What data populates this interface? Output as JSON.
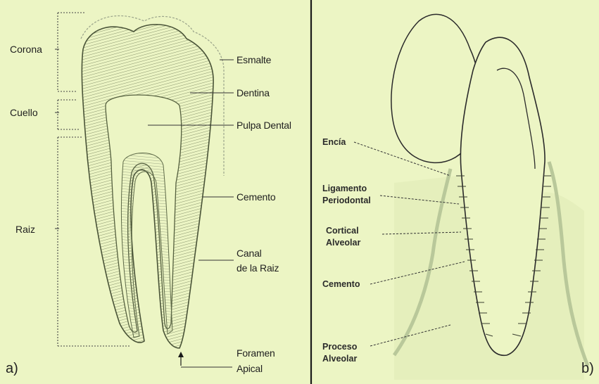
{
  "panels": {
    "a": {
      "letter": "a)",
      "regions": {
        "corona": "Corona",
        "cuello": "Cuello",
        "raiz": "Raiz"
      },
      "parts": {
        "esmalte": "Esmalte",
        "dentina": "Dentina",
        "pulpa": "Pulpa Dental",
        "cemento": "Cemento",
        "canal_l1": "Canal",
        "canal_l2": "de la Raiz",
        "foramen_l1": "Foramen",
        "foramen_l2": "Apical"
      }
    },
    "b": {
      "letter": "b)",
      "parts": {
        "encia": "Encía",
        "ligamento_l1": "Ligamento",
        "ligamento_l2": "Periodontal",
        "cortical_l1": "Cortical",
        "cortical_l2": "Alveolar",
        "cemento": "Cemento",
        "proceso_l1": "Proceso",
        "proceso_l2": "Alveolar"
      }
    }
  },
  "colors": {
    "background": "#ecf5c4",
    "ink": "#2a2a2a",
    "divider": "#1a1a1a",
    "gum": "#b9c89a"
  }
}
